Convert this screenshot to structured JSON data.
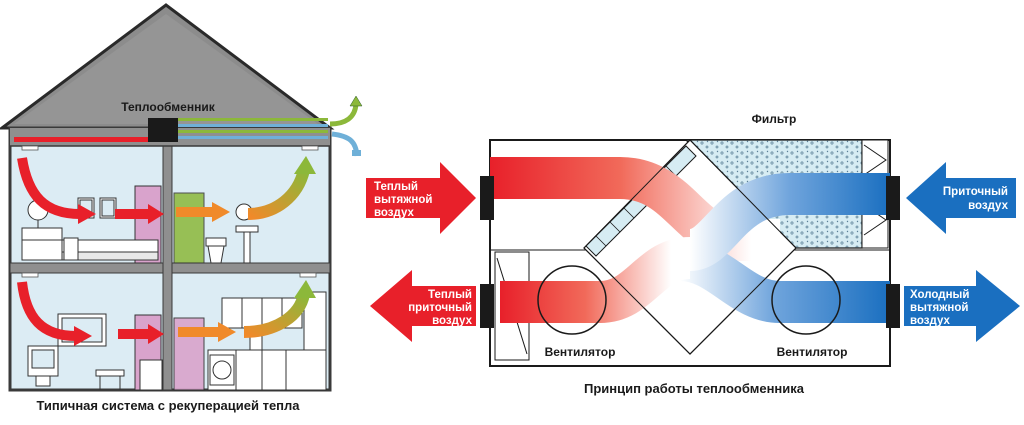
{
  "house": {
    "heat_exchanger_label": "Теплообменник",
    "caption": "Типичная система с рекуперацией тепла"
  },
  "exchanger": {
    "filter_label": "Фильтр",
    "fan_left_label": "Вентилятор",
    "fan_right_label": "Вентилятор",
    "caption": "Принцип работы теплообменника",
    "arrow_top_left": [
      "Теплый",
      "вытяжной",
      "воздух"
    ],
    "arrow_bottom_left": [
      "Теплый",
      "приточный",
      "воздух"
    ],
    "arrow_top_right": [
      "Приточный",
      "воздух"
    ],
    "arrow_bottom_right": [
      "Холодный",
      "вытяжной",
      "воздух"
    ]
  },
  "colors": {
    "warm": "#e8202a",
    "cold": "#1a6fc0",
    "roof": "#8c8c8c",
    "wall": "#dcecf4",
    "pink_door": "#d9a3cc",
    "green_flow": "#8cb83a"
  }
}
